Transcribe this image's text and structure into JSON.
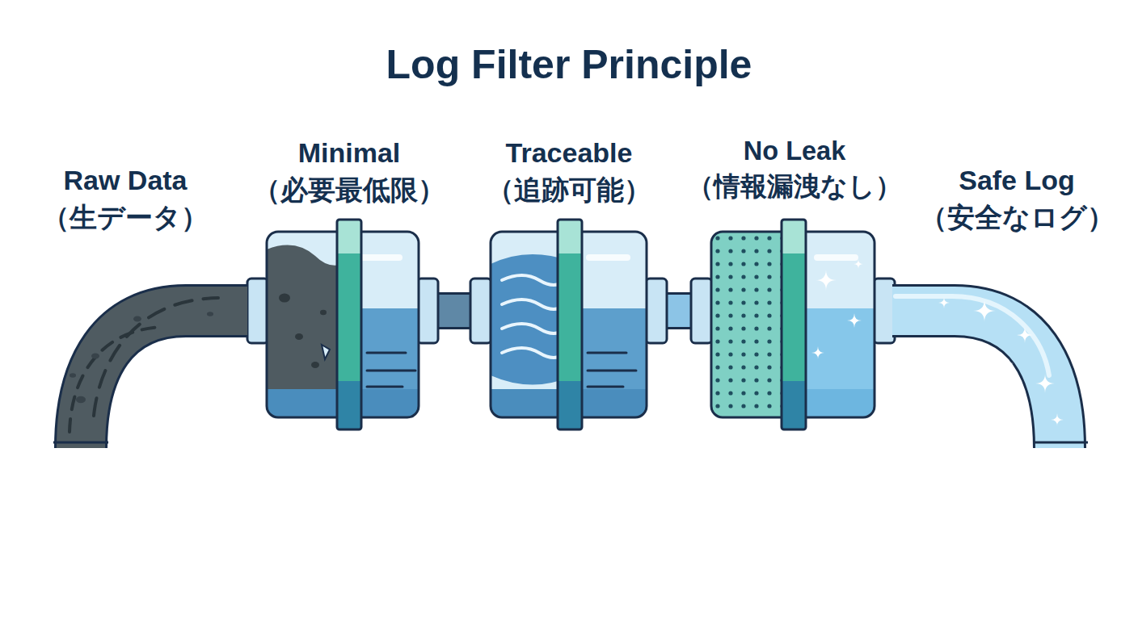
{
  "diagram": {
    "title": "Log Filter Principle",
    "nodes": [
      {
        "text": [
          "Raw Data",
          "（生データ）"
        ]
      },
      {
        "text": [
          "Minimal",
          "（必要最低限）"
        ]
      },
      {
        "text": [
          "Traceable",
          "（追跡可能）"
        ]
      },
      {
        "text": [
          "No Leak",
          "（情報漏洩なし）"
        ]
      },
      {
        "text": [
          "Safe Log",
          "（安全なログ）"
        ]
      }
    ],
    "edges": [
      {
        "from": 0,
        "to": 1,
        "arrow": "none"
      },
      {
        "from": 1,
        "to": 2,
        "arrow": "none"
      },
      {
        "from": 2,
        "to": 3,
        "arrow": "none"
      },
      {
        "from": 3,
        "to": 4,
        "arrow": "none"
      }
    ]
  }
}
